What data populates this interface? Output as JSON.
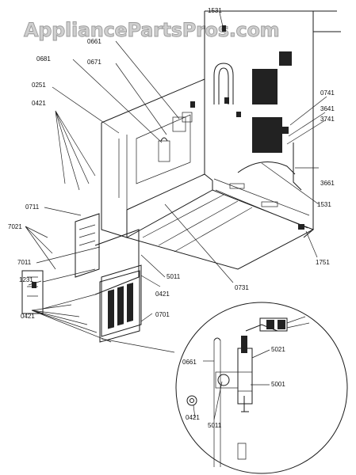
{
  "watermark": "AppliancePartsPros.com",
  "parts": {
    "p1531_top": "1531",
    "p0661_top": "0661",
    "p0681": "0681",
    "p0671": "0671",
    "p0251": "0251",
    "p0421_upper": "0421",
    "p0741": "0741",
    "p3641": "3641",
    "p3741": "3741",
    "p3661": "3661",
    "p1531_mid": "1531",
    "p0711": "0711",
    "p7021": "7021",
    "p1751": "1751",
    "p7011": "7011",
    "p5011_mid": "5011",
    "p0421_mid": "0421",
    "p0731": "0731",
    "p1231": "1231",
    "p0421_left": "0421",
    "p0701": "0701",
    "p0661_detail": "0661",
    "p5021": "5021",
    "p5001": "5001",
    "p0421_detail": "0421",
    "p5011_detail": "5011"
  }
}
